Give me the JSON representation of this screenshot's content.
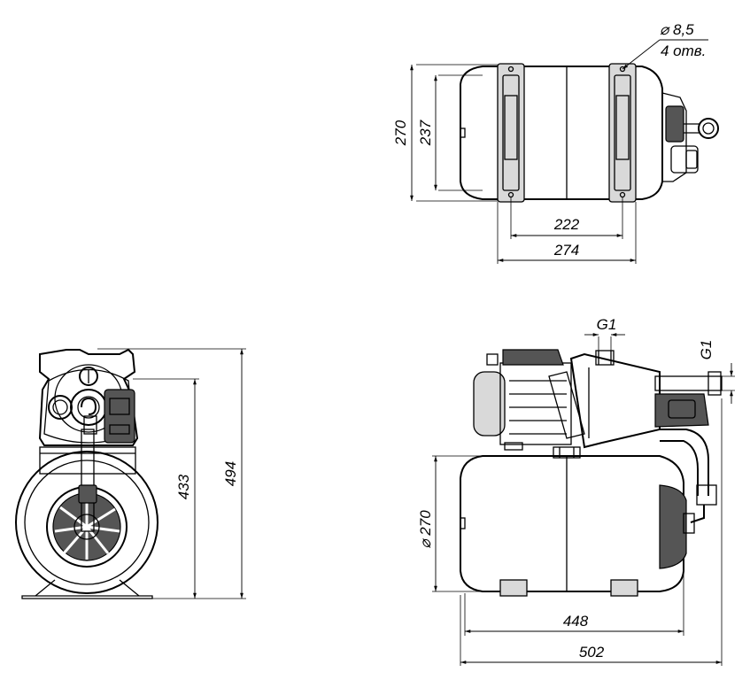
{
  "dimensions": {
    "top_height_outer": "270",
    "top_height_inner": "237",
    "top_width_inner": "222",
    "top_width_outer": "274",
    "hole_diameter": "8,5",
    "hole_count": "4 отв.",
    "side_height_inner": "433",
    "side_height_outer": "494",
    "inlet_thread": "G1",
    "outlet_thread": "G1",
    "tank_diameter": "270",
    "front_length_inner": "448",
    "front_length_outer": "502"
  },
  "symbols": {
    "diameter": "⌀"
  }
}
